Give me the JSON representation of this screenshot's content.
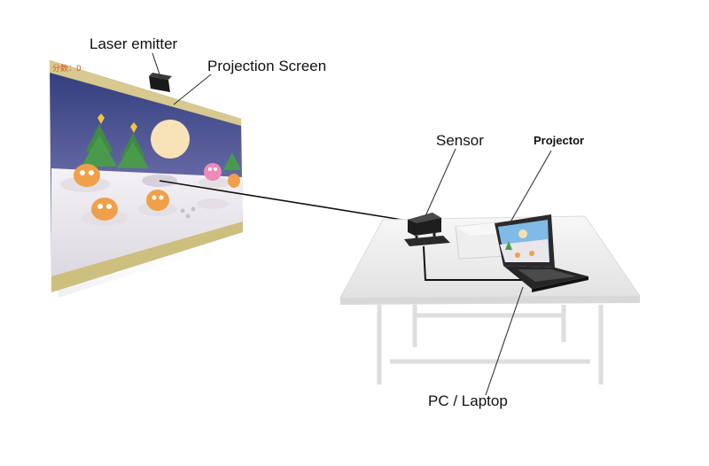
{
  "labels": {
    "laser_emitter": "Laser emitter",
    "projection_screen": "Projection Screen",
    "sensor": "Sensor",
    "projector": "Projector",
    "pc_laptop": "PC / Laptop"
  },
  "game": {
    "top_left_text": "分数：0"
  },
  "colors": {
    "sky": "#3f4f8c",
    "snow": "#ece9ef",
    "frame": "#cdbf8a",
    "table": "#f2f2f2",
    "laptop": "#2b2b2b",
    "lead_line": "#333333"
  }
}
